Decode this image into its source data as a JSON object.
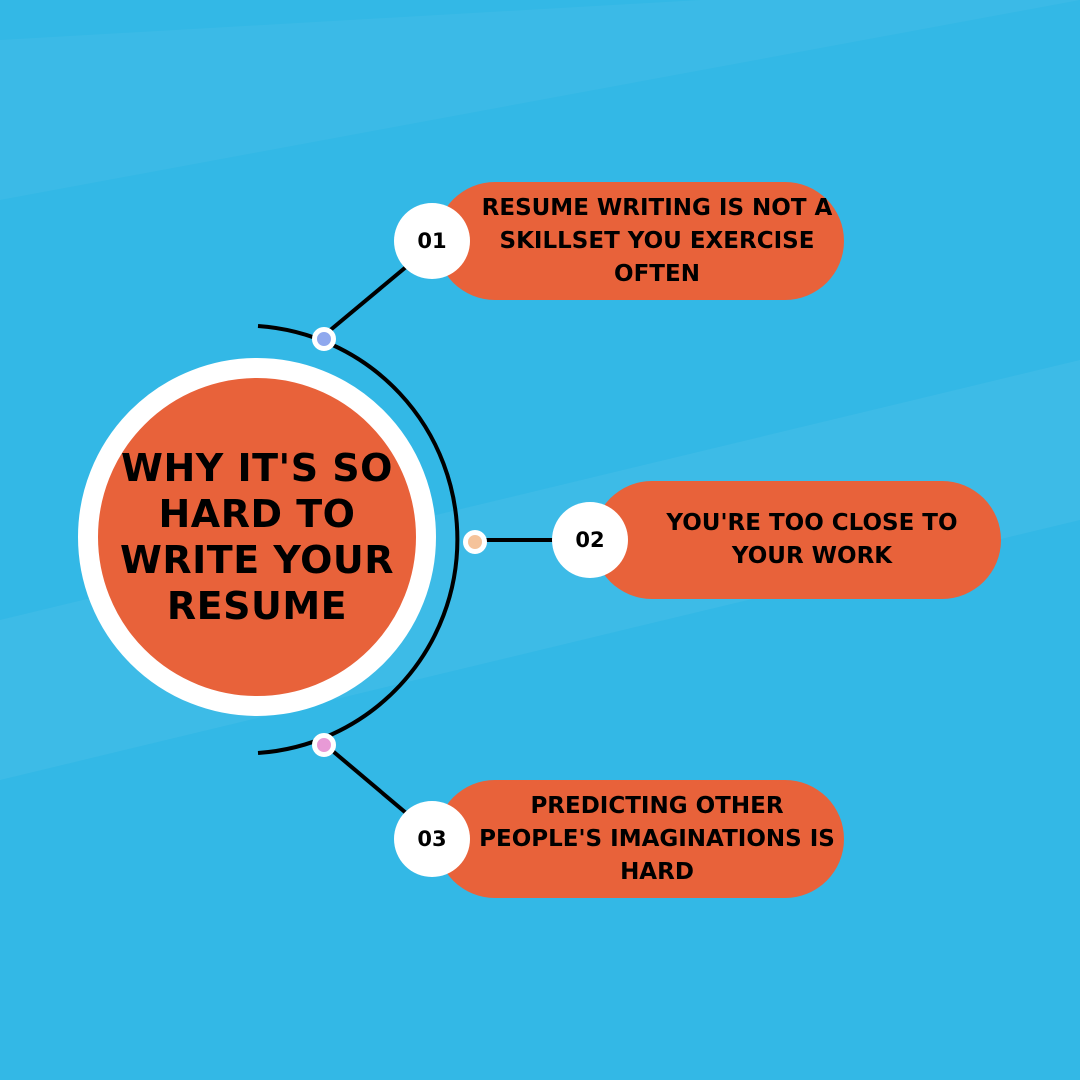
{
  "colors": {
    "background": "#33b8e6",
    "accent": "#e8623a",
    "ring": "#ffffff",
    "line": "#000000",
    "text": "#000000"
  },
  "title": "WHY IT'S SO HARD TO WRITE YOUR RESUME",
  "items": [
    {
      "number": "01",
      "text": "RESUME WRITING IS NOT A SKILLSET YOU EXERCISE OFTEN",
      "dot_color": "#8fa8ee"
    },
    {
      "number": "02",
      "text": "YOU'RE TOO CLOSE TO YOUR WORK",
      "dot_color": "#f5c39a"
    },
    {
      "number": "03",
      "text": "PREDICTING OTHER PEOPLE'S IMAGINATIONS IS HARD",
      "dot_color": "#e89ad6"
    }
  ]
}
